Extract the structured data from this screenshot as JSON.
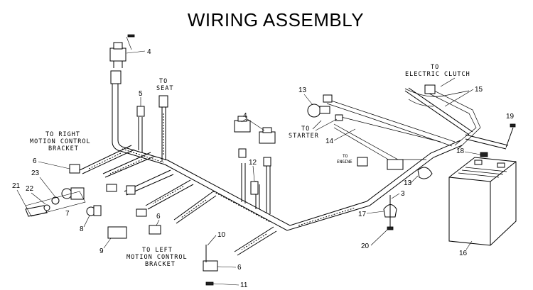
{
  "title": "WIRING ASSEMBLY",
  "labels": {
    "to_seat_1": "TO",
    "to_seat_2": "SEAT",
    "to_right_1": "TO RIGHT",
    "to_right_2": "MOTION CONTROL",
    "to_right_3": "BRACKET",
    "to_left_1": "TO LEFT",
    "to_left_2": "MOTION CONTROL",
    "to_left_3": "BRACKET",
    "to_starter_1": "TO",
    "to_starter_2": "STARTER",
    "to_clutch_1": "TO",
    "to_clutch_2": "ELECTRIC CLUTCH",
    "to_engine_1": "TO",
    "to_engine_2": "ENGINE"
  },
  "callouts": {
    "c4a": "4",
    "c5": "5",
    "c6a": "6",
    "c23": "23",
    "c22": "22",
    "c21": "21",
    "c7": "7",
    "c8": "8",
    "c9": "9",
    "c6b": "6",
    "c10": "10",
    "c6c": "6",
    "c11": "11",
    "c4b": "4",
    "c12": "12",
    "c13a": "13",
    "c14": "14",
    "c15": "15",
    "c19": "19",
    "c18": "18",
    "c13b": "13",
    "c3": "3",
    "c17": "17",
    "c20": "20",
    "c16": "16"
  }
}
